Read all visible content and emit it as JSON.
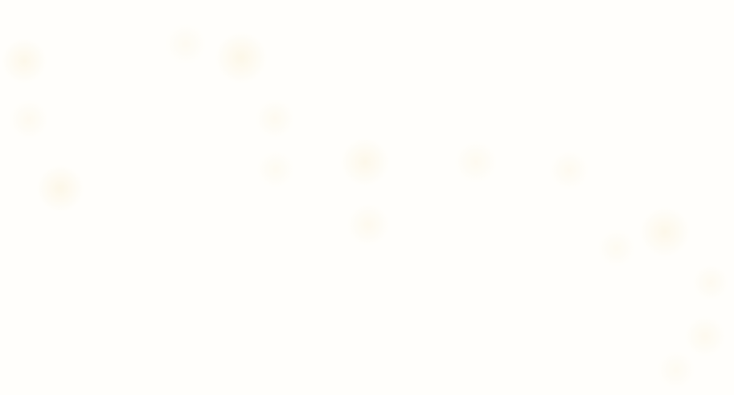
{
  "background": {
    "color": "#fffefb",
    "glow_color": "#fbf3dc"
  },
  "bokeh_spots": [
    {
      "intensity": 0.55
    },
    {
      "intensity": 0.35
    },
    {
      "intensity": 0.6
    },
    {
      "intensity": 0.3
    },
    {
      "intensity": 0.6
    },
    {
      "intensity": 0.35
    },
    {
      "intensity": 0.3
    },
    {
      "intensity": 0.55
    },
    {
      "intensity": 0.4
    },
    {
      "intensity": 0.35
    },
    {
      "intensity": 0.35
    },
    {
      "intensity": 0.3
    },
    {
      "intensity": 0.55
    },
    {
      "intensity": 0.35
    },
    {
      "intensity": 0.4
    },
    {
      "intensity": 0.3
    }
  ]
}
